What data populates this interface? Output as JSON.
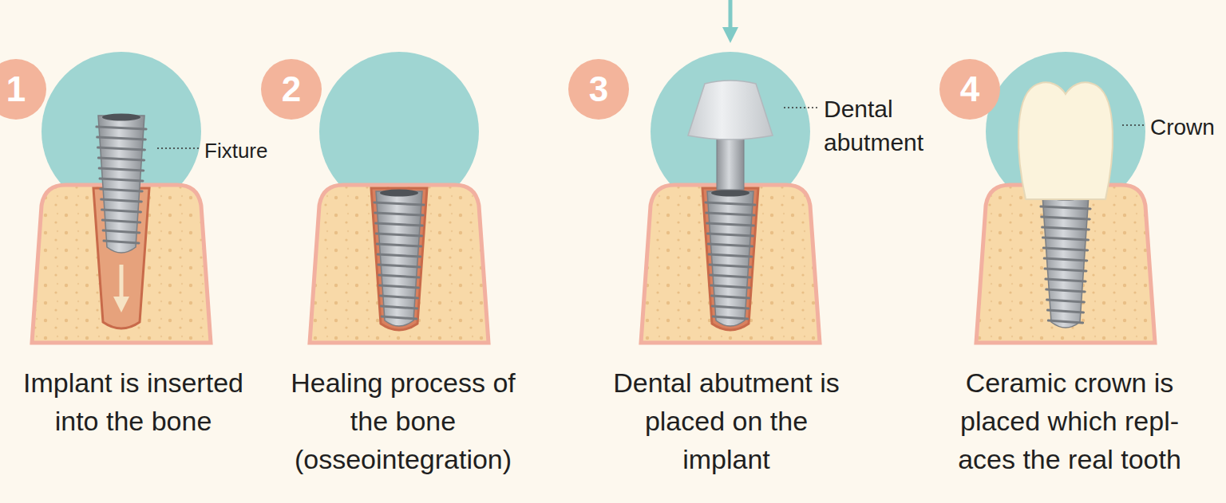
{
  "diagram": {
    "nodes": [
      {
        "text": [
          "1"
        ]
      },
      {
        "text": [
          "2"
        ]
      },
      {
        "text": [
          "3"
        ]
      },
      {
        "text": [
          "4"
        ]
      }
    ],
    "labels": [
      "Fixture",
      "Dental abutment",
      "Crown",
      "Implant is inserted into the bone",
      "Healing process of the bone (osseointegration)",
      "Dental abutment is placed on the implant",
      "Ceramic crown is placed which repl- aces the real tooth"
    ]
  }
}
